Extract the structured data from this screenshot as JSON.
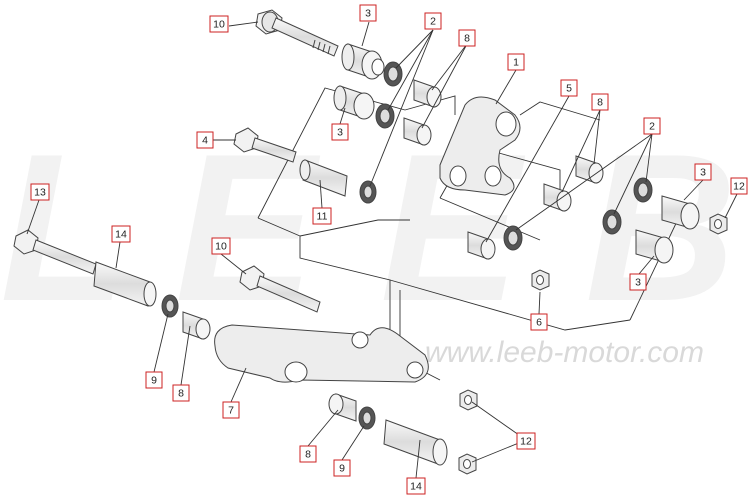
{
  "watermark": {
    "brand_letters": [
      "L",
      "E",
      "E",
      "B"
    ],
    "url": "www.leeb-motor.com"
  },
  "callouts": [
    "10",
    "3",
    "2",
    "8",
    "1",
    "5",
    "8",
    "2",
    "4",
    "3",
    "11",
    "3",
    "12",
    "13",
    "14",
    "10",
    "3",
    "6",
    "9",
    "8",
    "7",
    "12",
    "8",
    "9",
    "14"
  ],
  "colors": {
    "callout_border": "#cc2222",
    "callout_fill": "#ffffff",
    "line": "#333333",
    "part_fill": "#ececec",
    "part_stroke": "#444444"
  }
}
